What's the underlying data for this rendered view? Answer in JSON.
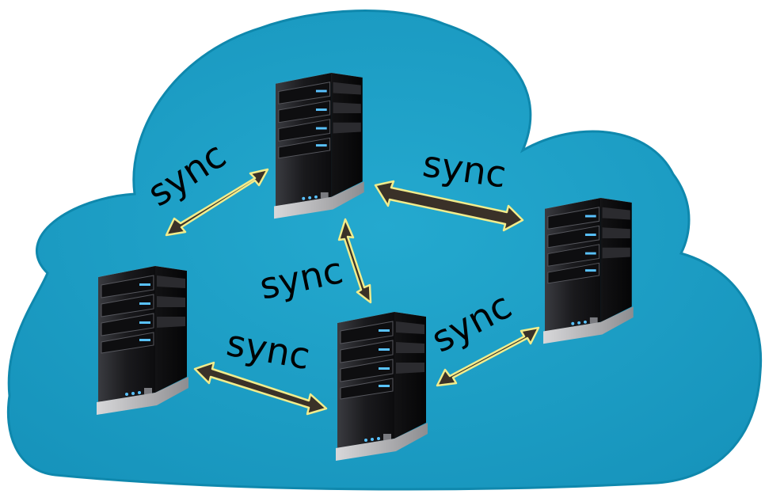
{
  "diagram": {
    "colors": {
      "cloud_fill": "#1fa3c8",
      "cloud_edge": "#0f7fa3",
      "arrow_fill": "#3a3128",
      "arrow_glow": "#f1ec8c",
      "server_body": "#1b1b1d",
      "server_led": "#4fb8ff"
    },
    "servers": [
      {
        "id": "server-top"
      },
      {
        "id": "server-left"
      },
      {
        "id": "server-center"
      },
      {
        "id": "server-right"
      }
    ],
    "links": [
      {
        "id": "link-top-left",
        "label": "sync"
      },
      {
        "id": "link-top-right",
        "label": "sync"
      },
      {
        "id": "link-top-center",
        "label": "sync"
      },
      {
        "id": "link-left-center",
        "label": "sync"
      },
      {
        "id": "link-center-right",
        "label": "sync"
      }
    ]
  }
}
